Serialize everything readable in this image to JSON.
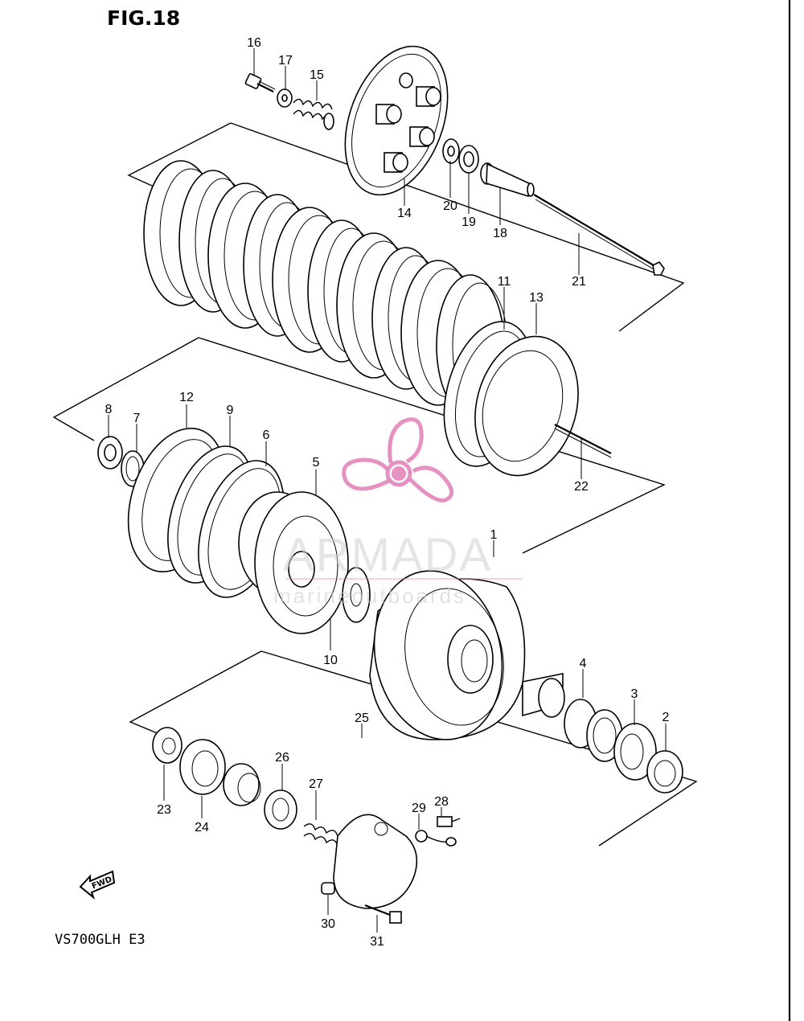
{
  "figure": {
    "title": "FIG.18",
    "model_code": "VS700GLH  E3",
    "fwd_label": "FWD"
  },
  "callouts": {
    "c1": "1",
    "c2": "2",
    "c3": "3",
    "c4": "4",
    "c5": "5",
    "c6": "6",
    "c7": "7",
    "c8": "8",
    "c9": "9",
    "c10": "10",
    "c11": "11",
    "c12": "12",
    "c13": "13",
    "c14": "14",
    "c15": "15",
    "c16": "16",
    "c17": "17",
    "c18": "18",
    "c19": "19",
    "c20": "20",
    "c21": "21",
    "c22": "22",
    "c23": "23",
    "c24": "24",
    "c25": "25",
    "c26": "26",
    "c27": "27",
    "c28": "28",
    "c29": "29",
    "c30": "30",
    "c31": "31"
  },
  "watermark": {
    "brand": "ARMADA",
    "tagline": "marineoutboards",
    "logo_color": "#e07fb8",
    "text_color": "#cfcfd6"
  },
  "colors": {
    "ink": "#000000",
    "paper": "#ffffff"
  }
}
